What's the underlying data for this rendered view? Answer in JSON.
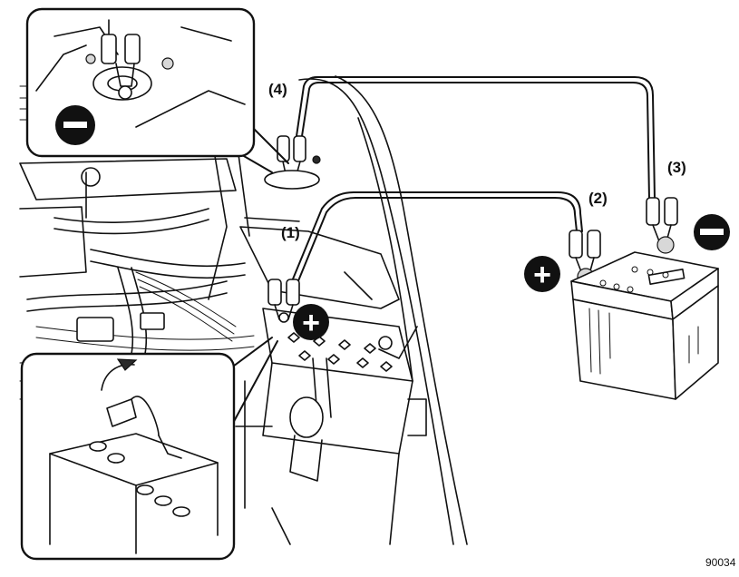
{
  "labels": {
    "step1": "(1)",
    "step2": "(2)",
    "step3": "(3)",
    "step4": "(4)"
  },
  "symbols": {
    "positive": "+",
    "negative": "−"
  },
  "figure_code": "90034",
  "colors": {
    "ink": "#111111",
    "paper": "#ffffff"
  }
}
